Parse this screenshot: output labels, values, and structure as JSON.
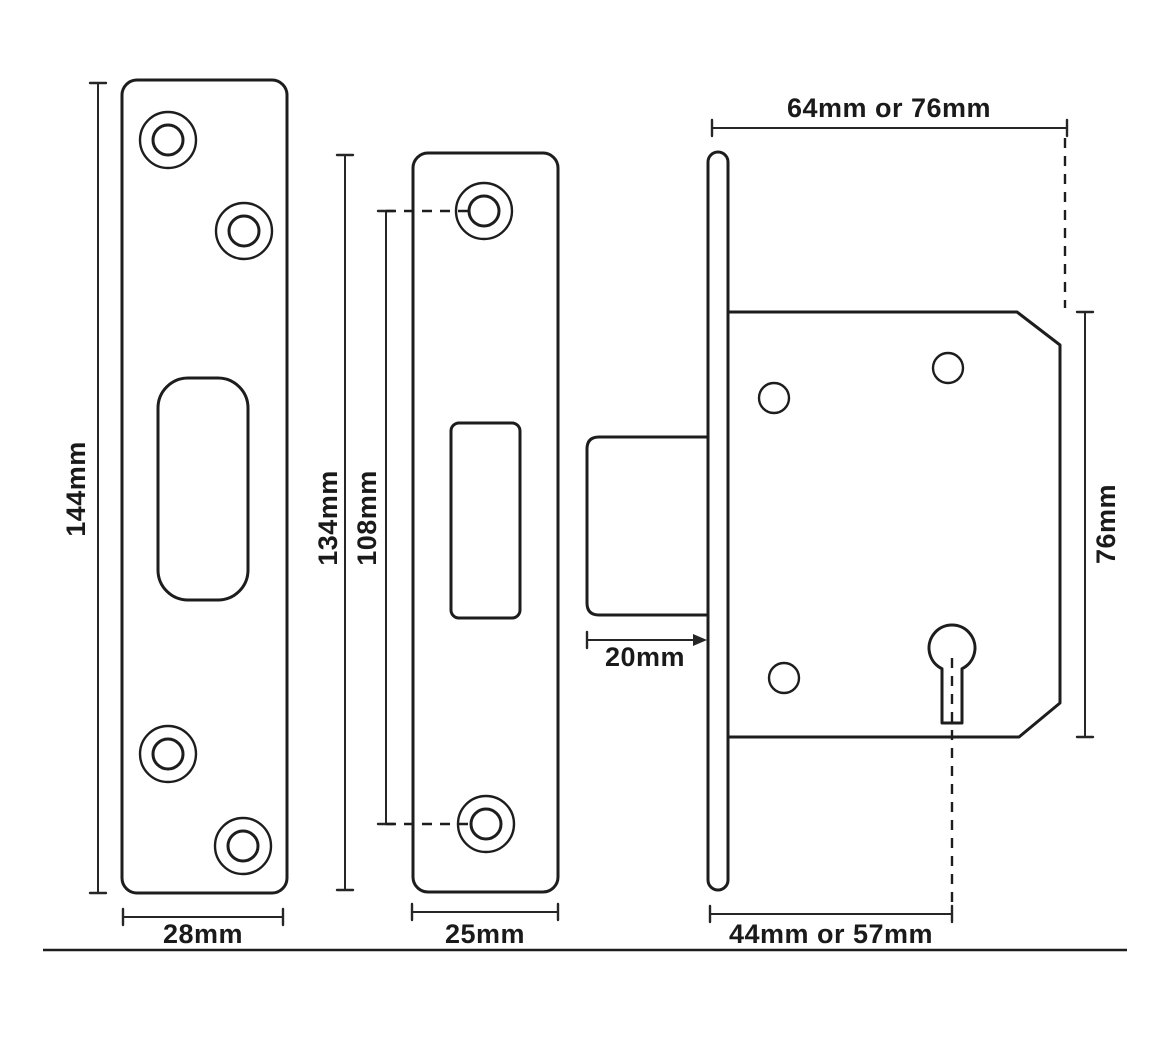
{
  "diagram": {
    "description": "Mortice deadlock technical dimension drawing",
    "colors": {
      "ink": "#1d1d1d",
      "background": "#ffffff"
    },
    "dimensions": {
      "strike_plate_height": "144mm",
      "strike_plate_width": "28mm",
      "faceplate_height": "134mm",
      "faceplate_hole_centres": "108mm",
      "faceplate_width": "25mm",
      "bolt_throw": "20mm",
      "case_depth": "64mm or 76mm",
      "case_height": "76mm",
      "backset": "44mm or 57mm"
    }
  }
}
